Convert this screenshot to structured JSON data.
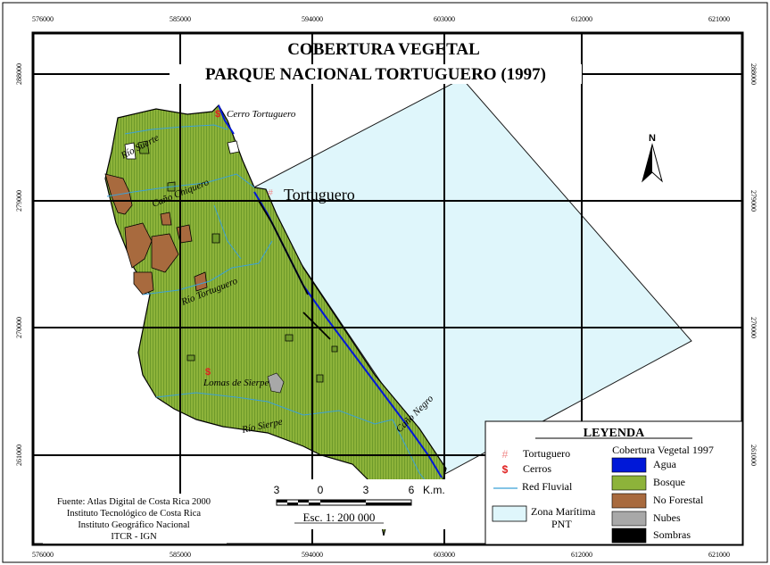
{
  "title": {
    "line1": "COBERTURA VEGETAL",
    "line2": "PARQUE NACIONAL TORTUGUERO (1997)"
  },
  "grid": {
    "x_labels": [
      "576000",
      "585000",
      "594000",
      "603000",
      "612000",
      "621000"
    ],
    "y_labels": [
      "288000",
      "279000",
      "270000",
      "261000"
    ]
  },
  "places": {
    "tortuguero": "Tortuguero",
    "cerro": "Cerro Tortuguero",
    "lomas": "Lomas de Sierpe",
    "cerro_symbol": "$",
    "town_symbol": "#"
  },
  "rivers": {
    "suerte": "Río Suerte",
    "chiquero": "Caño Chiquero",
    "tortuguero": "Río Tortuguero",
    "sierpe": "Río Sierpe",
    "negro": "Caño Negro"
  },
  "north": "N",
  "legend": {
    "title": "LEYENDA",
    "town": "Tortuguero",
    "hills": "Cerros",
    "rivers": "Red Fluvial",
    "maritime_line1": "Zona Marítima",
    "maritime_line2": "PNT",
    "cover_title": "Cobertura Vegetal 1997",
    "classes": [
      {
        "label": "Agua",
        "color": "#0018d8"
      },
      {
        "label": "Bosque",
        "color": "#8db33a"
      },
      {
        "label": "No Forestal",
        "color": "#a86a3e"
      },
      {
        "label": "Nubes",
        "color": "#a8a8a8"
      },
      {
        "label": "Sombras",
        "color": "#000000"
      }
    ]
  },
  "source": {
    "line1": "Fuente: Atlas Digital de Costa Rica 2000",
    "line2": "Instituto Tecnológico de Costa Rica",
    "line3": "Instituto Geográfico Nacional",
    "line4": "ITCR - IGN"
  },
  "scale": {
    "ticks": [
      "3",
      "0",
      "3",
      "6"
    ],
    "unit": "K.m.",
    "ratio": "Esc. 1: 200 000"
  },
  "colors": {
    "forest": "#8db33a",
    "maritime": "#dff6fb",
    "river": "#3aa0d8",
    "water": "#0018d8",
    "nonforest": "#a86a3e",
    "clouds": "#a8a8a8",
    "hill_symbol": "#e02020",
    "town_symbol": "#f08a8a"
  }
}
